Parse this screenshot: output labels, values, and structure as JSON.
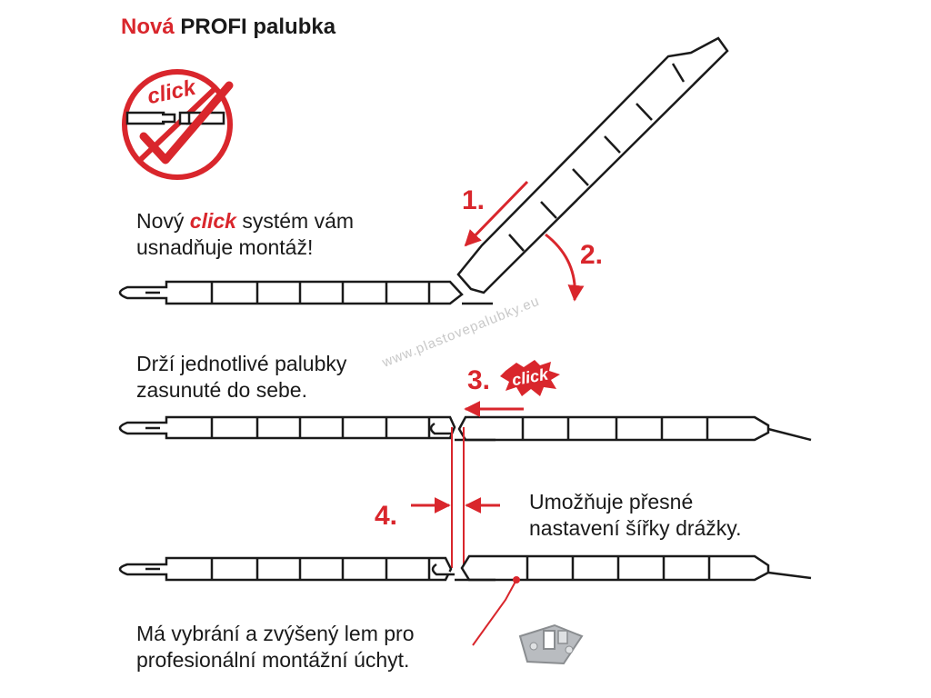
{
  "title": {
    "accent": "Nová",
    "rest": " PROFI palubka"
  },
  "logo": {
    "word": "click",
    "icon": "click-check-badge"
  },
  "captions": {
    "first": {
      "before": "Nový ",
      "click": "click",
      "after": " systém vám",
      "line2": "usnadňuje montáž!"
    },
    "second": {
      "line1": "Drží jednotlivé palubky",
      "line2": "zasunuté do sebe."
    },
    "third": {
      "line1": "Umožňuje přesné",
      "line2": "nastavení šířky drážky."
    },
    "fourth": {
      "line1": "Má vybrání a zvýšený lem pro",
      "line2": "profesionální montážní úchyt."
    }
  },
  "steps": {
    "s1": "1.",
    "s2": "2.",
    "s3": "3.",
    "s4": "4."
  },
  "burst_word": "click",
  "watermark": "www.plastovepalubky.eu",
  "colors": {
    "red": "#d9262c",
    "outline": "#1a1a1a",
    "clip": "#b9bcc0"
  }
}
